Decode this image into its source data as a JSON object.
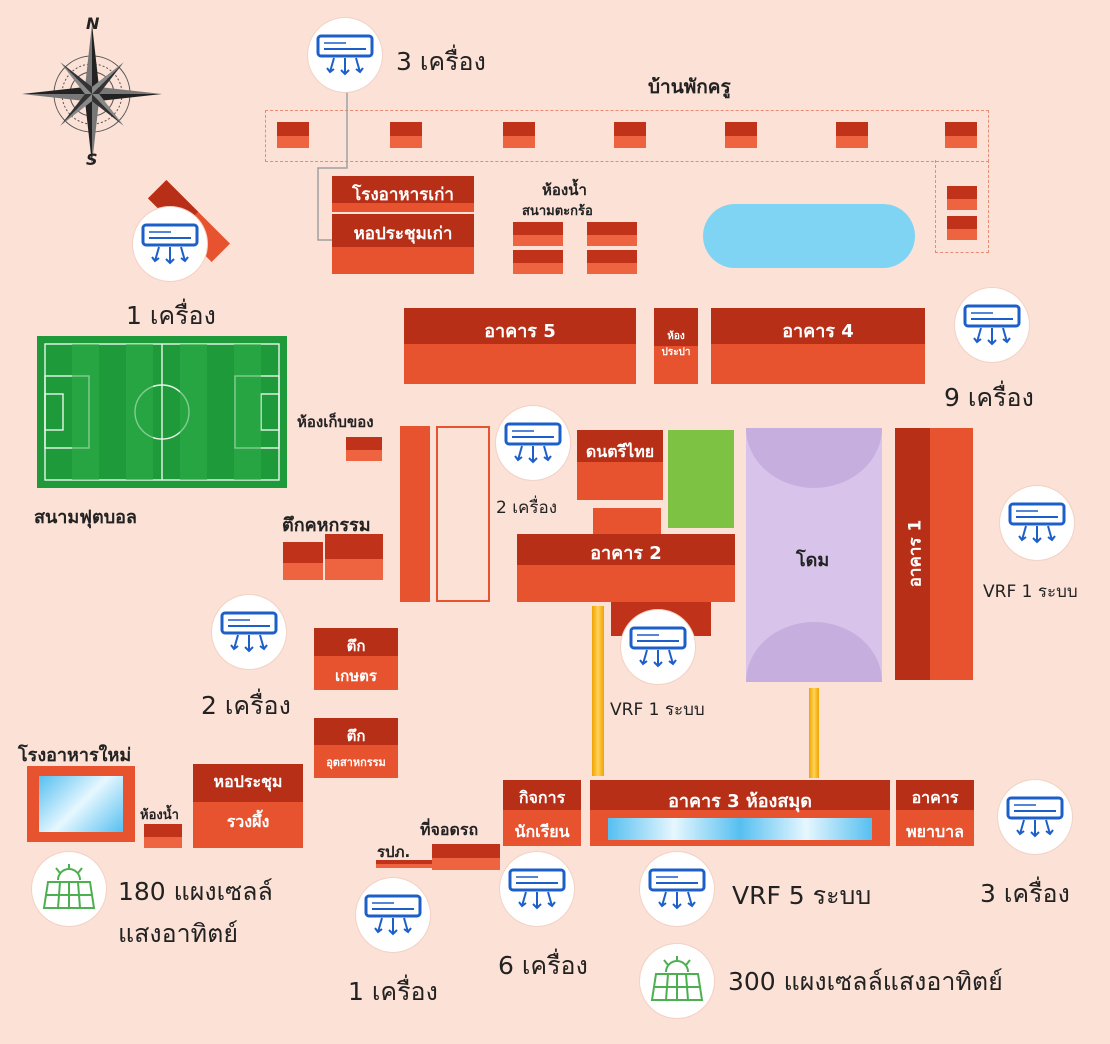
{
  "map": {
    "teacher_house_label": "บ้านพักครู",
    "old_canteen_label": "โรงอาหารเก่า",
    "old_hall_label": "หอประชุมเก่า",
    "toilet_takraw_line1": "ห้องน้ำ",
    "toilet_takraw_line2": "สนามตะกร้อ",
    "building5_label": "อาคาร 5",
    "building4_label": "อาคาร 4",
    "water_room_line1": "ห้อง",
    "water_room_line2": "ประปา",
    "storage_label": "ห้องเก็บของ",
    "football_label": "สนามฟุตบอล",
    "activity_building_label": "ตึกคหกรรม",
    "thai_music_label": "ดนตรีไทย",
    "building2_label": "อาคาร 2",
    "dome_label": "โดม",
    "building1_label": "อาคาร 1",
    "agri_line1": "ตึก",
    "agri_line2": "เกษตร",
    "industry_line1": "ตึก",
    "industry_line2": "อุตสาหกรรม",
    "new_canteen_label": "โรงอาหารใหม่",
    "toilet_label": "ห้องน้ำ",
    "ruangphueng_line1": "หอประชุม",
    "ruangphueng_line2": "รวงผึ้ง",
    "parking_label": "ที่จอดรถ",
    "rpk_label": "รปภ.",
    "student_activity_line1": "กิจการ",
    "student_activity_line2": "นักเรียน",
    "building3_label": "อาคาร 3 ห้องสมุด",
    "nurse_line1": "อาคาร",
    "nurse_line2": "พยาบาล"
  },
  "ac_units": {
    "top": "3 เครื่อง",
    "left_top": "1 เครื่อง",
    "building4": "9 เครื่อง",
    "center": "2 เครื่อง",
    "building1": "VRF 1 ระบบ",
    "under_building2": "VRF 1 ระบบ",
    "left_mid": "2 เครื่อง",
    "library": "VRF 5 ระบบ",
    "nurse": "3 เครื่อง",
    "bottom_left": "1 เครื่อง",
    "student": "6 เครื่อง"
  },
  "solar": {
    "left_line1": "180 แผงเซลล์",
    "left_line2": "แสงอาทิตย์",
    "bottom": "300 แผงเซลล์แสงอาทิตย์"
  },
  "compass": {
    "n": "N",
    "s": "S"
  },
  "icons": [
    "air-conditioner-icon",
    "solar-panel-icon",
    "compass-rose-icon"
  ],
  "colors": {
    "background": "#fbe1d6",
    "building": "#e6532e",
    "building_dark": "#b82f18",
    "field": "#1f9a3a",
    "pool": "#7fd4f3",
    "ac_blue": "#1d5fc9",
    "solar_green": "#4caf50"
  }
}
